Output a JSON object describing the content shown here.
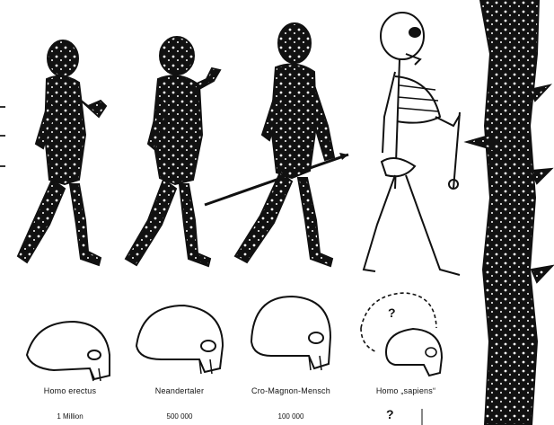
{
  "stages": [
    {
      "name": "Homo erectus",
      "years": "1 Million"
    },
    {
      "name": "Neandertaler",
      "years": "500 000"
    },
    {
      "name": "Cro-Magnon-Mensch",
      "years": "100 000"
    },
    {
      "name": "Homo „sapiens“",
      "years": "?"
    }
  ],
  "unknown_skull_mark": "?",
  "colors": {
    "ink": "#111111",
    "paper": "#ffffff"
  }
}
